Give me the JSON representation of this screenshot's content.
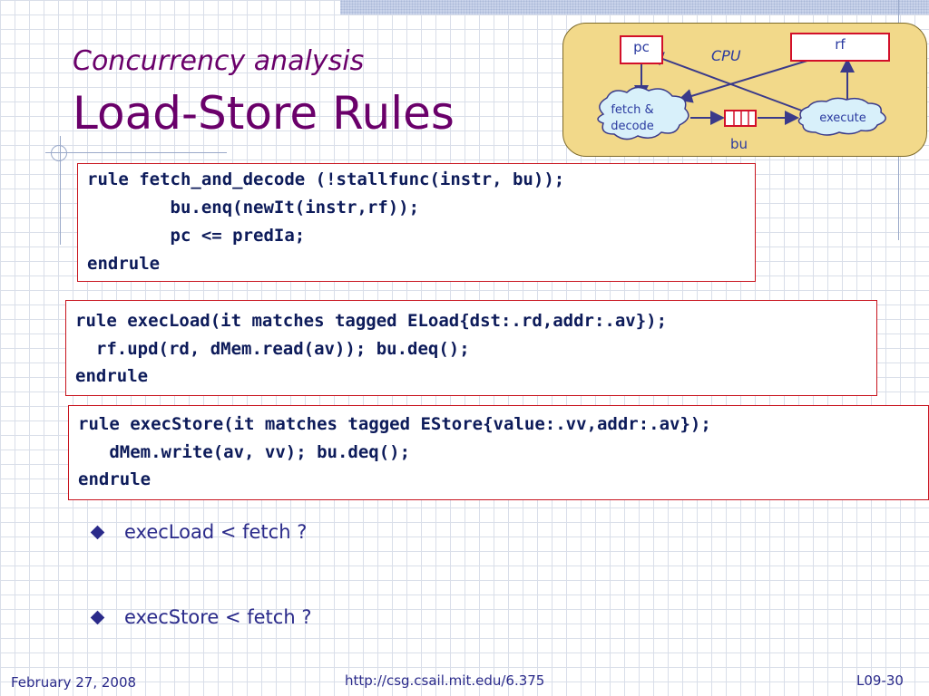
{
  "slide": {
    "subtitle": "Concurrency analysis",
    "title": "Load-Store Rules"
  },
  "diagram": {
    "pc": "pc",
    "rf": "rf",
    "cpu": "CPU",
    "fetch_decode_line1": "fetch &",
    "fetch_decode_line2": "decode",
    "execute": "execute",
    "bu": "bu",
    "fill_color": "#f2d98a",
    "register_border_color": "#d2102a"
  },
  "code_blocks": [
    {
      "lines": [
        "rule fetch_and_decode (!stallfunc(instr, bu));",
        "        bu.enq(newIt(instr,rf));",
        "        pc <= predIa;",
        "endrule"
      ]
    },
    {
      "lines": [
        "rule execLoad(it matches tagged ELoad{dst:.rd,addr:.av});",
        "  rf.upd(rd, dMem.read(av)); bu.deq();",
        "endrule"
      ]
    },
    {
      "lines": [
        "rule execStore(it matches tagged EStore{value:.vv,addr:.av});",
        "   dMem.write(av, vv); bu.deq();",
        "endrule"
      ]
    }
  ],
  "bullets": [
    "execLoad < fetch ?",
    "execStore < fetch ?"
  ],
  "footer": {
    "date": "February 27, 2008",
    "url": "http://csg.csail.mit.edu/6.375",
    "slide_number": "L09-30"
  }
}
